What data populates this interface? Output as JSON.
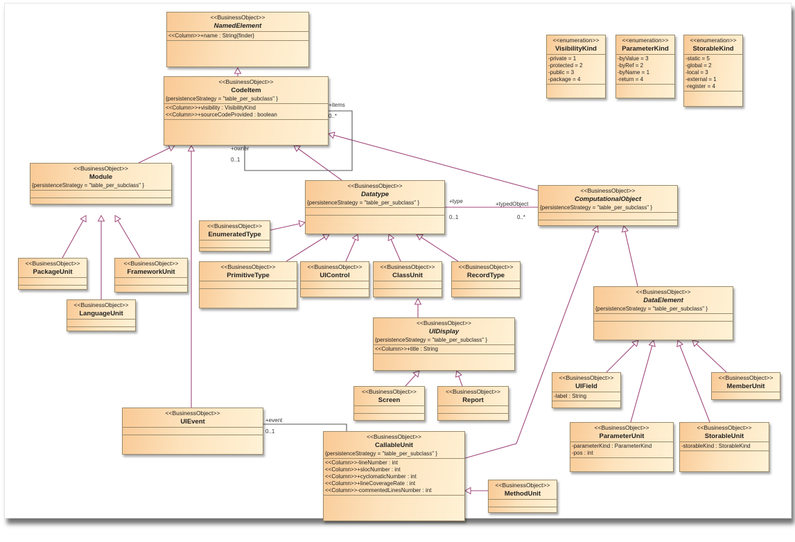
{
  "diagram": {
    "classes": [
      {
        "id": "NamedElement",
        "stereotype": "<<BusinessObject>>",
        "name": "NamedElement",
        "italic": true,
        "tag": "",
        "attributes": [
          "<<Column>>+name : String{finder}"
        ]
      },
      {
        "id": "CodeItem",
        "stereotype": "<<BusinessObject>>",
        "name": "CodeItem",
        "italic": false,
        "tag": "{persistenceStrategy = \"table_per_subclass\"   }",
        "attributes": [
          "<<Column>>+visibility : VisibilityKind",
          "<<Column>>+sourceCodeProvided : boolean"
        ]
      },
      {
        "id": "Module",
        "stereotype": "<<BusinessObject>>",
        "name": "Module",
        "italic": false,
        "tag": "{persistenceStrategy = \"table_per_subclass\"   }",
        "attributes": []
      },
      {
        "id": "PackageUnit",
        "stereotype": "<<BusinessObject>>",
        "name": "PackageUnit",
        "italic": false,
        "tag": "",
        "attributes": []
      },
      {
        "id": "FrameworkUnit",
        "stereotype": "<<BusinessObject>>",
        "name": "FrameworkUnit",
        "italic": false,
        "tag": "",
        "attributes": []
      },
      {
        "id": "LanguageUnit",
        "stereotype": "<<BusinessObject>>",
        "name": "LanguageUnit",
        "italic": false,
        "tag": "",
        "attributes": []
      },
      {
        "id": "Datatype",
        "stereotype": "<<BusinessObject>>",
        "name": "Datatype",
        "italic": true,
        "tag": "{persistenceStrategy = \"table_per_subclass\"   }",
        "attributes": []
      },
      {
        "id": "EnumeratedType",
        "stereotype": "<<BusinessObject>>",
        "name": "EnumeratedType",
        "italic": false,
        "tag": "",
        "attributes": []
      },
      {
        "id": "PrimitiveType",
        "stereotype": "<<BusinessObject>>",
        "name": "PrimitiveType",
        "italic": false,
        "tag": "",
        "attributes": []
      },
      {
        "id": "UIControl",
        "stereotype": "<<BusinessObject>>",
        "name": "UIControl",
        "italic": false,
        "tag": "",
        "attributes": []
      },
      {
        "id": "ClassUnit",
        "stereotype": "<<BusinessObject>>",
        "name": "ClassUnit",
        "italic": false,
        "tag": "",
        "attributes": []
      },
      {
        "id": "RecordType",
        "stereotype": "<<BusinessObject>>",
        "name": "RecordType",
        "italic": false,
        "tag": "",
        "attributes": []
      },
      {
        "id": "UIDisplay",
        "stereotype": "<<BusinessObject>>",
        "name": "UIDisplay",
        "italic": true,
        "tag": "{persistenceStrategy = \"table_per_subclass\"   }",
        "attributes": [
          "<<Column>>+title : String"
        ]
      },
      {
        "id": "Screen",
        "stereotype": "<<BusinessObject>>",
        "name": "Screen",
        "italic": false,
        "tag": "",
        "attributes": []
      },
      {
        "id": "Report",
        "stereotype": "<<BusinessObject>>",
        "name": "Report",
        "italic": false,
        "tag": "",
        "attributes": []
      },
      {
        "id": "ComputationalObject",
        "stereotype": "<<BusinessObject>>",
        "name": "ComputationalObject",
        "italic": true,
        "tag": "{persistenceStrategy = \"table_per_subclass\"   }",
        "attributes": []
      },
      {
        "id": "DataElement",
        "stereotype": "<<BusinessObject>>",
        "name": "DataElement",
        "italic": true,
        "tag": "{persistenceStrategy = \"table_per_subclass\"   }",
        "attributes": []
      },
      {
        "id": "UIField",
        "stereotype": "<<BusinessObject>>",
        "name": "UIField",
        "italic": false,
        "tag": "",
        "attributes": [
          "-label : String"
        ]
      },
      {
        "id": "MemberUnit",
        "stereotype": "<<BusinessObject>>",
        "name": "MemberUnit",
        "italic": false,
        "tag": "",
        "attributes": []
      },
      {
        "id": "ParameterUnit",
        "stereotype": "<<BusinessObject>>",
        "name": "ParameterUnit",
        "italic": false,
        "tag": "",
        "attributes": [
          "-parameterKind : ParameterKind",
          "-pos : int"
        ]
      },
      {
        "id": "StorableUnit",
        "stereotype": "<<BusinessObject>>",
        "name": "StorableUnit",
        "italic": false,
        "tag": "",
        "attributes": [
          "-storableKind : StorableKind"
        ]
      },
      {
        "id": "UIEvent",
        "stereotype": "<<BusinessObject>>",
        "name": "UIEvent",
        "italic": false,
        "tag": "",
        "attributes": []
      },
      {
        "id": "CallableUnit",
        "stereotype": "<<BusinessObject>>",
        "name": "CallableUnit",
        "italic": false,
        "tag": "{persistenceStrategy = \"table_per_subclass\"   }",
        "attributes": [
          "<<Column>>-lineNumber : int",
          "<<Column>>+slocNumber : int",
          "<<Column>>+cyclomaticNumber : int",
          "<<Column>>+lineCoverageRate : int",
          "<<Column>>-commentedLinesNumber : int"
        ]
      },
      {
        "id": "MethodUnit",
        "stereotype": "<<BusinessObject>>",
        "name": "MethodUnit",
        "italic": false,
        "tag": "",
        "attributes": []
      },
      {
        "id": "VisibilityKind",
        "stereotype": "<<enumeration>>",
        "name": "VisibilityKind",
        "italic": false,
        "tag": "",
        "attributes": [
          "-private = 1",
          "-protected = 2",
          "-public = 3",
          "-package = 4"
        ]
      },
      {
        "id": "ParameterKind",
        "stereotype": "<<enumeration>>",
        "name": "ParameterKind",
        "italic": false,
        "tag": "",
        "attributes": [
          "-byValue = 3",
          "-byRef = 2",
          "-byName = 1",
          "-return = 4"
        ]
      },
      {
        "id": "StorableKind",
        "stereotype": "<<enumeration>>",
        "name": "StorableKind",
        "italic": false,
        "tag": "",
        "attributes": [
          "-static = 5",
          "-global = 2",
          "-local = 3",
          "-external = 1",
          "-register = 4"
        ]
      }
    ],
    "generalizations": [
      [
        "CodeItem",
        "NamedElement"
      ],
      [
        "Module",
        "CodeItem"
      ],
      [
        "PackageUnit",
        "Module"
      ],
      [
        "LanguageUnit",
        "Module"
      ],
      [
        "FrameworkUnit",
        "Module"
      ],
      [
        "Datatype",
        "CodeItem"
      ],
      [
        "ComputationalObject",
        "CodeItem"
      ],
      [
        "UIEvent",
        "CodeItem"
      ],
      [
        "EnumeratedType",
        "Datatype"
      ],
      [
        "PrimitiveType",
        "Datatype"
      ],
      [
        "UIControl",
        "Datatype"
      ],
      [
        "ClassUnit",
        "Datatype"
      ],
      [
        "RecordType",
        "Datatype"
      ],
      [
        "UIDisplay",
        "ClassUnit"
      ],
      [
        "Screen",
        "UIDisplay"
      ],
      [
        "Report",
        "UIDisplay"
      ],
      [
        "DataElement",
        "ComputationalObject"
      ],
      [
        "CallableUnit",
        "ComputationalObject"
      ],
      [
        "UIField",
        "DataElement"
      ],
      [
        "ParameterUnit",
        "DataElement"
      ],
      [
        "StorableUnit",
        "DataElement"
      ],
      [
        "MemberUnit",
        "DataElement"
      ],
      [
        "MethodUnit",
        "CallableUnit"
      ]
    ],
    "associations": [
      {
        "from": "CodeItem",
        "to": "CodeItem",
        "roles": [
          "+items",
          "+owner"
        ],
        "multiplicities": [
          "0..*",
          "0..1"
        ]
      },
      {
        "from": "Datatype",
        "to": "ComputationalObject",
        "roles": [
          "+type",
          "+typedObject"
        ],
        "multiplicities": [
          "0..1",
          "0..*"
        ]
      },
      {
        "from": "UIEvent",
        "to": "CallableUnit",
        "roles": [
          "+event"
        ],
        "multiplicities": [
          "0..1"
        ]
      }
    ],
    "labels": {
      "items": "+items",
      "items_mult": "0..*",
      "owner": "+owner",
      "owner_mult": "0..1",
      "type": "+type",
      "type_mult": "0..1",
      "typed": "+typedObject",
      "typed_mult": "0..*",
      "event": "+event",
      "event_mult": "0..1"
    },
    "colors": {
      "edge": "#a0467a",
      "assoc": "#555555",
      "box_border": "#9a8a6a"
    }
  }
}
